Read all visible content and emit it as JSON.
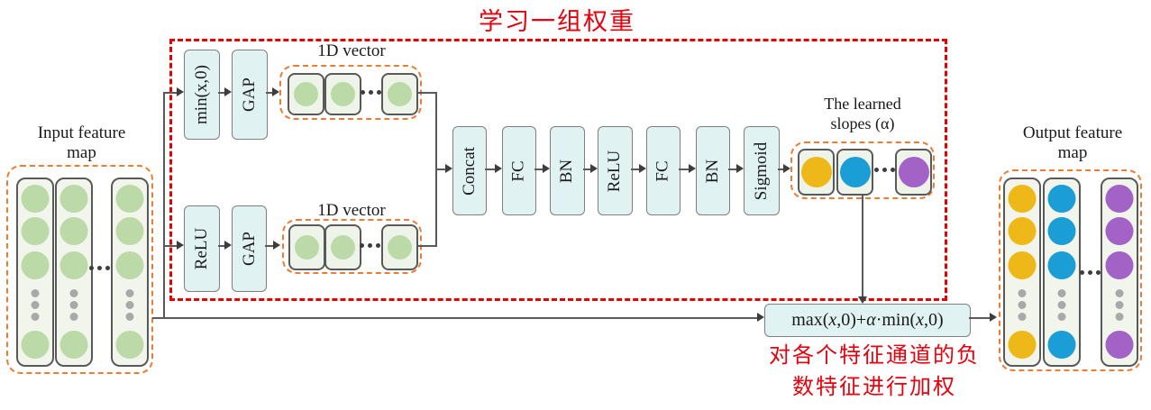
{
  "title": "学习一组权重",
  "annotation": {
    "line1": "对各个特征通道的负",
    "line2": "数特征进行加权"
  },
  "input_map": {
    "label_line1": "Input feature",
    "label_line2": "map"
  },
  "output_map": {
    "label_line1": "Output feature",
    "label_line2": "map"
  },
  "vectors": {
    "top_label": "1D vector",
    "bottom_label": "1D vector"
  },
  "branches": {
    "top": [
      "min(x,0)",
      "GAP"
    ],
    "bottom": [
      "ReLU",
      "GAP"
    ]
  },
  "pipeline": {
    "nodes": [
      "Concat",
      "FC",
      "BN",
      "ReLU",
      "FC",
      "BN",
      "Sigmoid"
    ]
  },
  "slopes": {
    "label_line1": "The learned",
    "label_line2": "slopes (α)"
  },
  "formula": {
    "parts": [
      "max(",
      "x",
      ",0)+",
      "α",
      "·min(",
      "x",
      ",0)"
    ]
  },
  "colors": {
    "region_dash_red": "#e80000",
    "map_dash_orange": "#ed7d31",
    "box_fill_cyan": "#e1f2f3",
    "box_border_gray": "#7f7f7f",
    "column_fill": "#f1f5ec",
    "cell_fill": "#eff4ea",
    "circle_green": "#bcd9a8",
    "circle_yellow": "#eeb918",
    "circle_blue": "#1b9ed6",
    "circle_purple": "#a262c6",
    "small_dot_gray": "#a9a9a9",
    "connector_gray": "#595959",
    "text_red": "#e8000d",
    "text_black": "#1a1a1a"
  }
}
